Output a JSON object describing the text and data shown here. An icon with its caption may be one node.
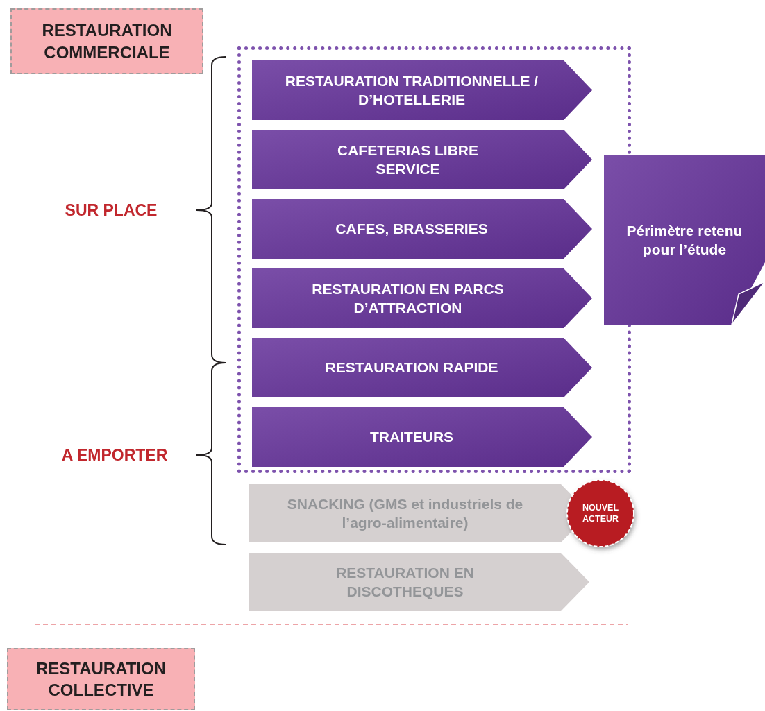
{
  "diagram": {
    "nodes": [
      {
        "text": [
          "RESTAURATION COMMERCIALE"
        ]
      },
      {
        "text": [],
        "shape": "box"
      },
      {
        "text": [
          "RESTAURATION TRADITIONNELLE / D’HOTELLERIE"
        ],
        "in": 1
      },
      {
        "text": [
          "CAFETERIAS LIBRE SERVICE"
        ],
        "in": 1
      },
      {
        "text": [
          "CAFES, BRASSERIES"
        ],
        "in": 1
      },
      {
        "text": [
          "RESTAURATION EN PARCS D’ATTRACTION"
        ],
        "in": 1
      },
      {
        "text": [
          "RESTAURATION RAPIDE"
        ],
        "in": 1
      },
      {
        "text": [
          "TRAITEURS"
        ],
        "in": 1
      },
      {
        "text": [
          "SNACKING (GMS et industriels de l’agro-alimentaire)"
        ]
      },
      {
        "text": [
          "RESTAURATION EN DISCOTHEQUES"
        ]
      },
      {
        "text": [
          "NOUVEL ACTEUR"
        ]
      },
      {
        "text": [
          "Périmètre retenu pour l’étude"
        ]
      },
      {
        "text": [
          "RESTAURATION COLLECTIVE"
        ]
      }
    ],
    "labels": [
      "SUR PLACE",
      "A EMPORTER"
    ]
  }
}
